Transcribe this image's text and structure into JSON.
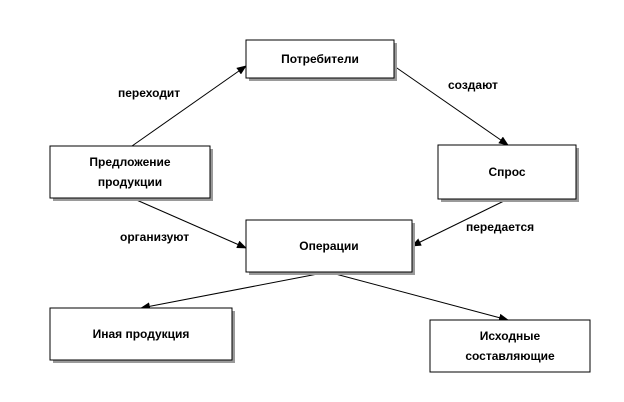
{
  "nodes": [
    {
      "id": "consumers",
      "lines": [
        "Потребители"
      ]
    },
    {
      "id": "offer",
      "lines": [
        "Предложение",
        "продукции"
      ]
    },
    {
      "id": "demand",
      "lines": [
        "Спрос"
      ]
    },
    {
      "id": "operations",
      "lines": [
        "Операции"
      ]
    },
    {
      "id": "other_products",
      "lines": [
        "Иная продукция"
      ]
    },
    {
      "id": "source_components",
      "lines": [
        "Исходные",
        "составляющие"
      ]
    }
  ],
  "edges": [
    {
      "from": "offer",
      "to": "consumers",
      "label": "переходит"
    },
    {
      "from": "consumers",
      "to": "demand",
      "label": "создают"
    },
    {
      "from": "offer",
      "to": "operations",
      "label": "организуют"
    },
    {
      "from": "demand",
      "to": "operations",
      "label": "передается"
    },
    {
      "from": "operations",
      "to": "other_products",
      "label": ""
    },
    {
      "from": "operations",
      "to": "source_components",
      "label": ""
    }
  ]
}
